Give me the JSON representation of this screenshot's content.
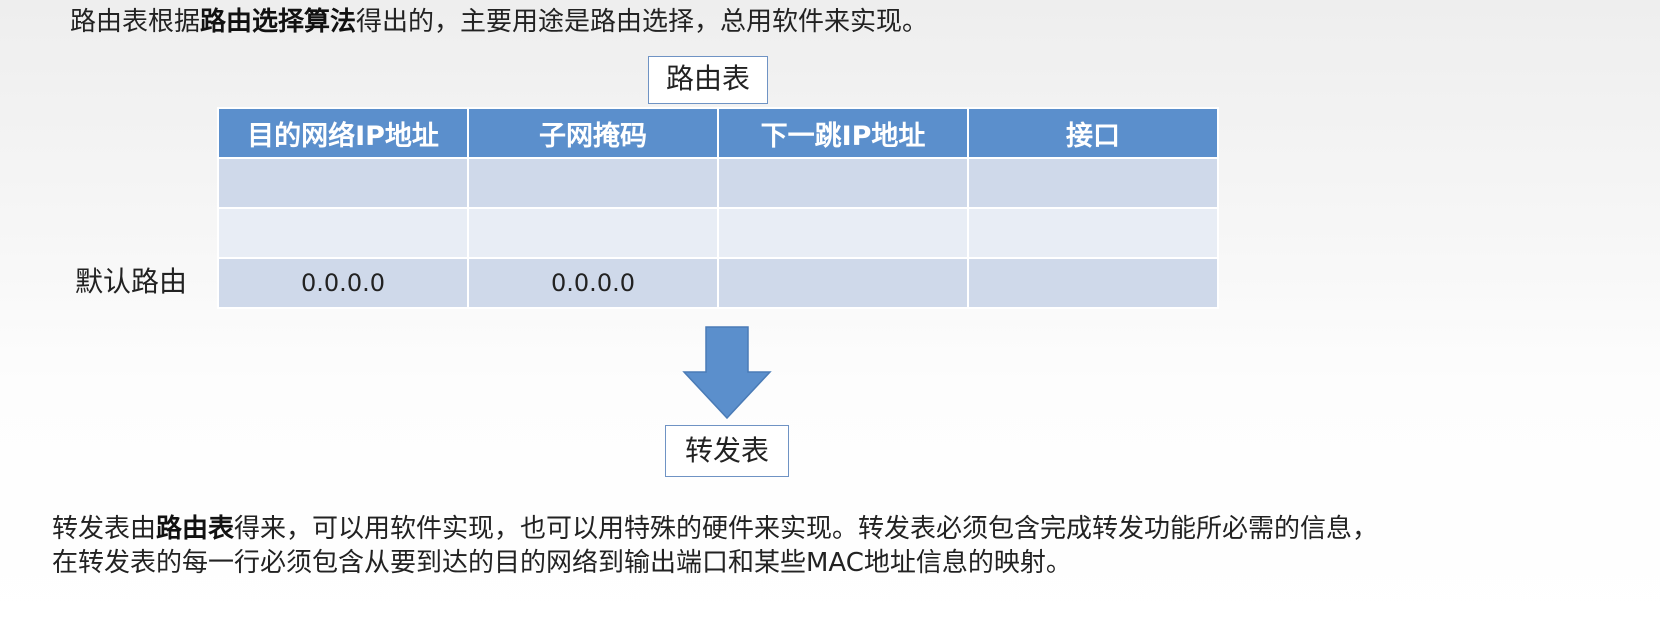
{
  "intro": {
    "prefix": "路由表根据",
    "bold": "路由选择算法",
    "suffix": "得出的，主要用途是路由选择，总用软件来实现。"
  },
  "routing_table": {
    "title": "路由表",
    "headers": [
      "目的网络IP地址",
      "子网掩码",
      "下一跳IP地址",
      "接口"
    ],
    "rows": [
      [
        "",
        "",
        "",
        ""
      ],
      [
        "",
        "",
        "",
        ""
      ],
      [
        "0.0.0.0",
        "0.0.0.0",
        "",
        ""
      ]
    ],
    "row_labels": [
      "",
      "",
      "默认路由"
    ]
  },
  "forwarding_table": {
    "title": "转发表"
  },
  "arrow": {
    "color": "#5b8fcc",
    "icon": "down-arrow-icon"
  },
  "outro": {
    "prefix": "转发表由",
    "bold": "路由表",
    "suffix": "得来，可以用软件实现，也可以用特殊的硬件来实现。转发表必须包含完成转发功能所必需的信息，在转发表的每一行必须包含从要到达的目的网络到输出端口和某些MAC地址信息的映射。"
  }
}
